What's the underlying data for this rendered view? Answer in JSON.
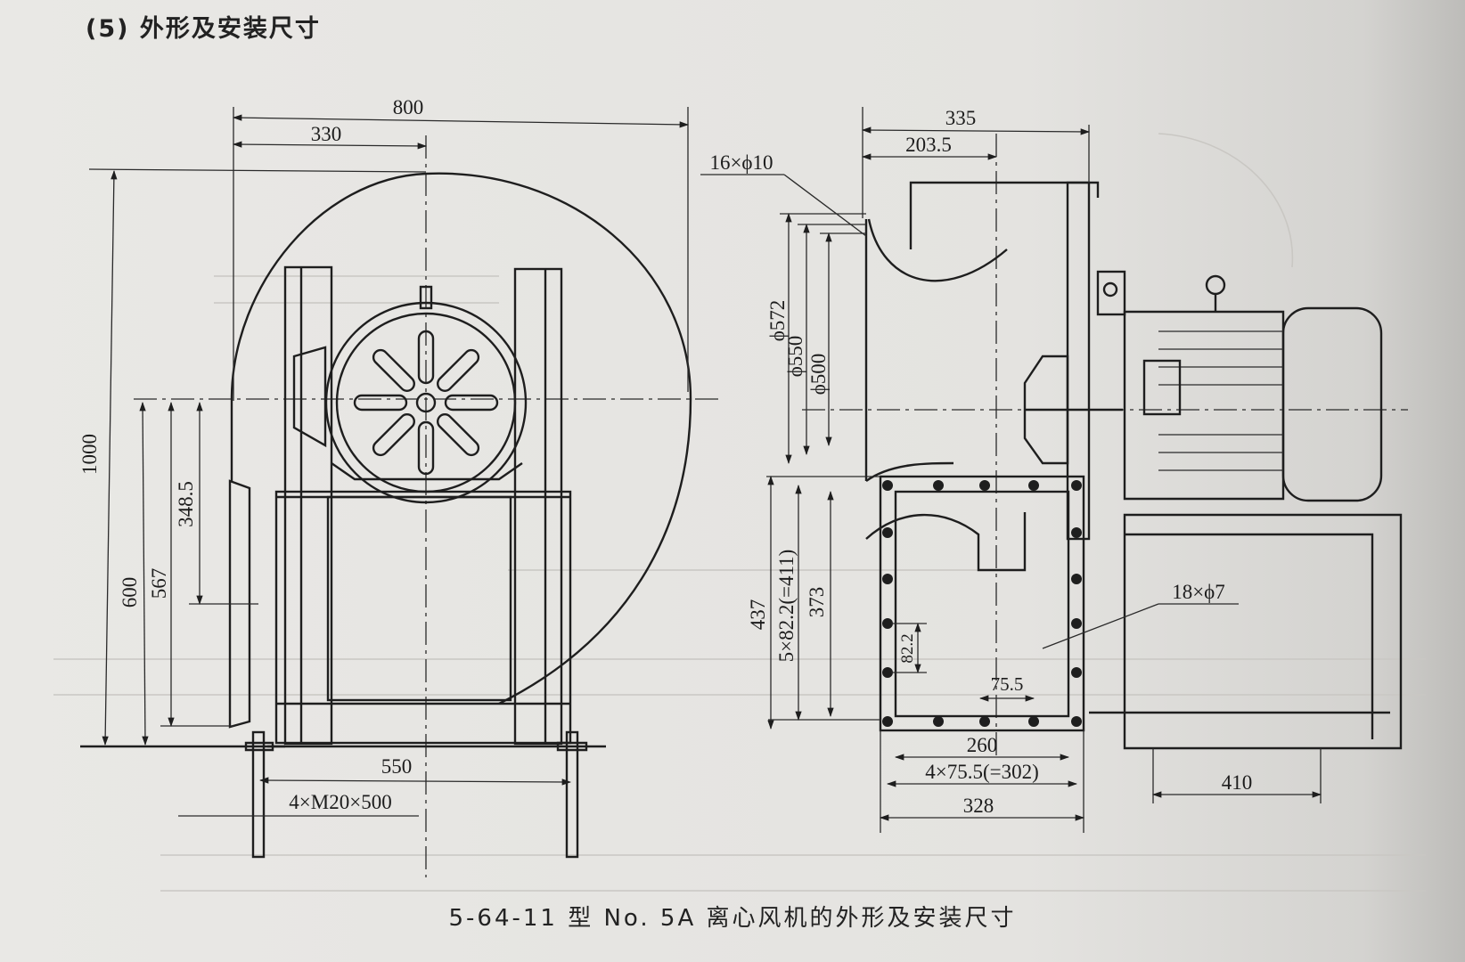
{
  "section_title": "(5) 外形及安装尺寸",
  "caption": "5-64-11 型 No. 5A 离心风机的外形及安装尺寸",
  "front_view": {
    "dims": {
      "overall_width": "800",
      "shaft_offset": "330",
      "overall_height": "1000",
      "shaft_height": "600",
      "height_567": "567",
      "height_348_5": "348.5",
      "base_width": "550",
      "anchor_bolts": "4×M20×500"
    }
  },
  "side_view": {
    "dims": {
      "width_335": "335",
      "width_203_5": "203.5",
      "flange_holes": "16×ϕ10",
      "dia_572": "ϕ572",
      "dia_550": "ϕ550",
      "dia_500": "ϕ500",
      "height_437": "437",
      "outlet_pitch_v": "5×82.2(=411)",
      "height_373": "373",
      "pitch_82_2": "82.2",
      "pitch_75_5": "75.5",
      "outlet_holes": "18×ϕ7",
      "width_260": "260",
      "outlet_pitch_h": "4×75.5(=302)",
      "width_328": "328",
      "motor_base_410": "410"
    }
  }
}
